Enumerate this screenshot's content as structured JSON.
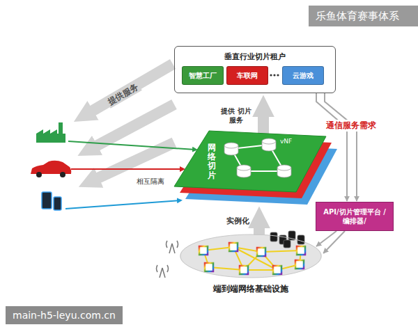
{
  "diagram": {
    "nodes": [
      {
        "text": [
          "垂直行业切片租户"
        ]
      },
      {
        "text": [
          "智慧工厂"
        ],
        "in": 0
      },
      {
        "text": [
          "车联网"
        ],
        "in": 0
      },
      {
        "text": [
          "云游戏"
        ],
        "in": 0
      },
      {
        "text": [
          "网络切片"
        ]
      },
      {
        "text": [
          "API/切片管理平台 /编排器/"
        ]
      },
      {
        "text": [
          "端到端网络基础设施"
        ]
      }
    ],
    "edges": [
      {
        "from": 4,
        "to": 0,
        "label": "提供 切片服务",
        "arrow": "to"
      },
      {
        "from": 6,
        "to": 4,
        "label": "实例化",
        "arrow": "to"
      },
      {
        "from": 0,
        "to": 5,
        "label": "通信服务需求",
        "arrow": "to"
      },
      {
        "from": 0,
        "to": 5,
        "arrow": "to"
      },
      {
        "from": 5,
        "to": 6,
        "arrow": "to"
      },
      {
        "from": 5,
        "to": 6,
        "arrow": "to"
      }
    ],
    "labels": [
      "提供服务",
      "vNF",
      "相互隔离",
      "乐鱼体育赛事体系",
      "main-h5-leyu.com.cn"
    ]
  }
}
